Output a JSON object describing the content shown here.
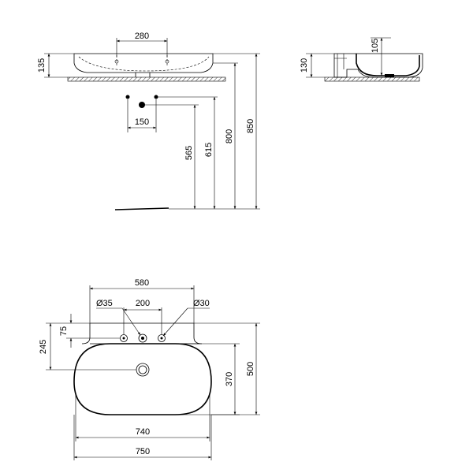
{
  "front_view": {
    "tap_spacing": "280",
    "basin_height": "135",
    "outlet_spacing": "150",
    "outlet_height_565": "565",
    "outlet_height_615": "615",
    "top_height_800": "800",
    "top_height_850": "850"
  },
  "side_view": {
    "depth_105": "105",
    "height_130": "130"
  },
  "plan_view": {
    "deck_width": "580",
    "hole_left": "Ø35",
    "hole_spacing": "200",
    "hole_right": "Ø30",
    "deck_depth": "75",
    "drain_offset": "245",
    "bowl_depth": "370",
    "total_depth": "500",
    "bowl_width": "740",
    "total_width": "750"
  }
}
